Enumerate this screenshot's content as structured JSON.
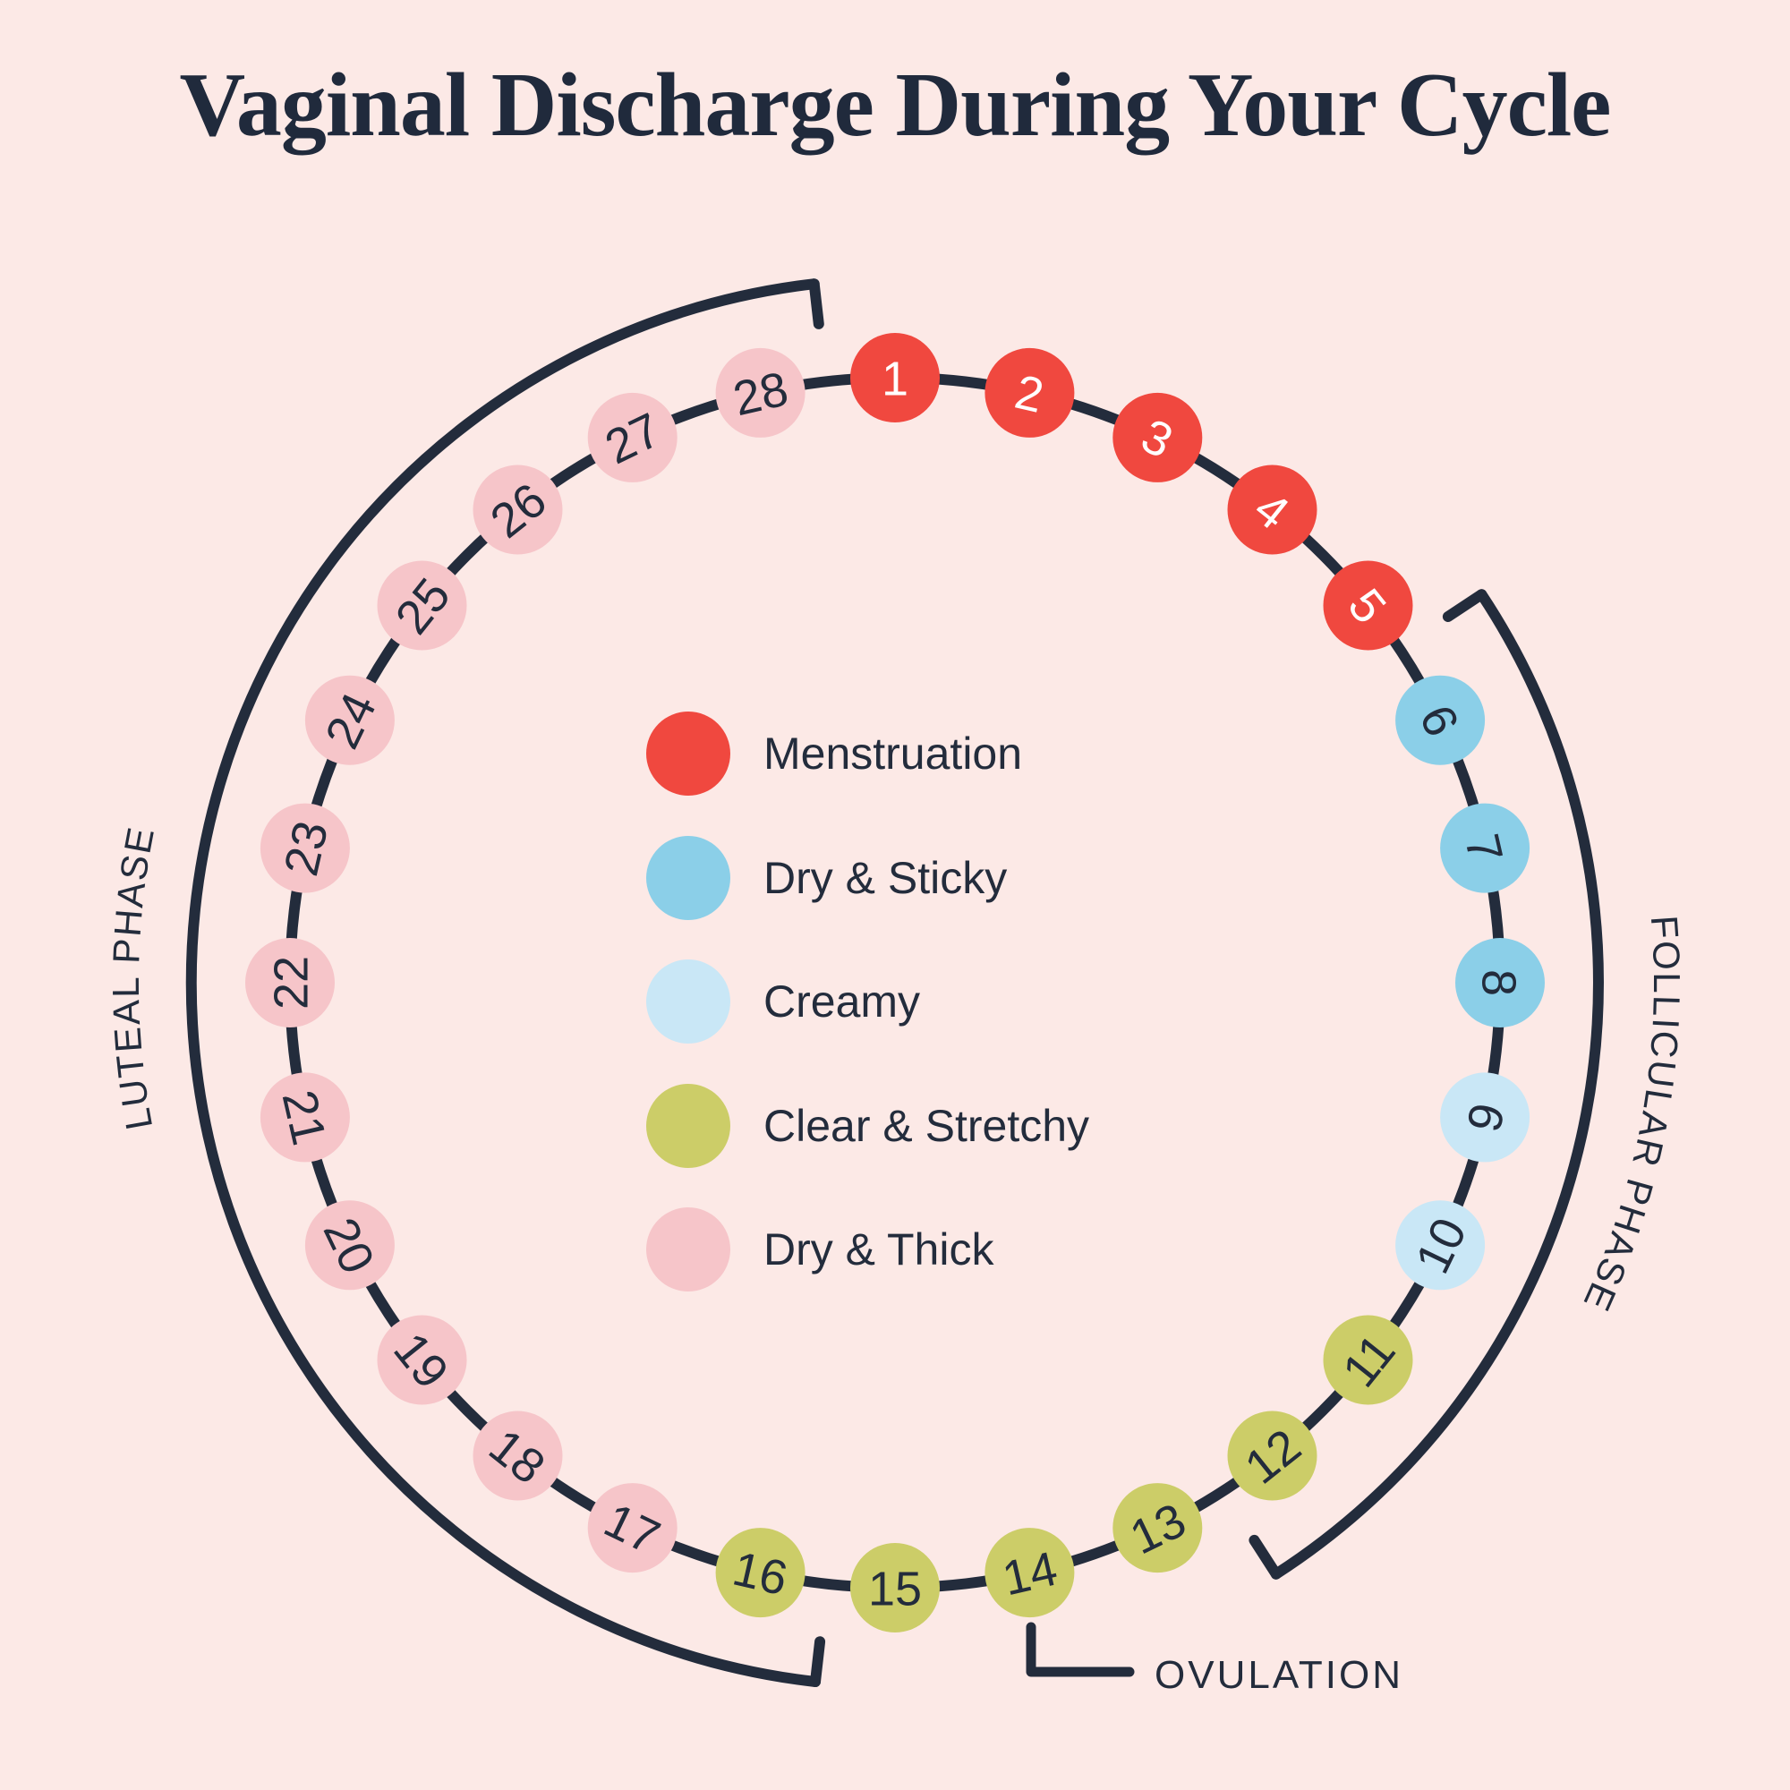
{
  "title": "Vaginal Discharge During Your Cycle",
  "colors": {
    "background": "#FCE9E6",
    "ink": "#232C3C",
    "menstruation": "#F0483F",
    "dry_sticky": "#8BCFE8",
    "creamy": "#C9E7F6",
    "clear_stretchy": "#CCCD68",
    "dry_thick": "#F6C5C9",
    "number_on_menstruation": "#FFFFFF"
  },
  "legend": {
    "items": [
      {
        "label": "Menstruation",
        "color_key": "menstruation"
      },
      {
        "label": "Dry & Sticky",
        "color_key": "dry_sticky"
      },
      {
        "label": "Creamy",
        "color_key": "creamy"
      },
      {
        "label": "Clear & Stretchy",
        "color_key": "clear_stretchy"
      },
      {
        "label": "Dry & Thick",
        "color_key": "dry_thick"
      }
    ]
  },
  "cycle": {
    "total_days": 28,
    "days": [
      {
        "day": 1,
        "category": "menstruation"
      },
      {
        "day": 2,
        "category": "menstruation"
      },
      {
        "day": 3,
        "category": "menstruation"
      },
      {
        "day": 4,
        "category": "menstruation"
      },
      {
        "day": 5,
        "category": "menstruation"
      },
      {
        "day": 6,
        "category": "dry_sticky"
      },
      {
        "day": 7,
        "category": "dry_sticky"
      },
      {
        "day": 8,
        "category": "dry_sticky"
      },
      {
        "day": 9,
        "category": "creamy"
      },
      {
        "day": 10,
        "category": "creamy"
      },
      {
        "day": 11,
        "category": "clear_stretchy"
      },
      {
        "day": 12,
        "category": "clear_stretchy"
      },
      {
        "day": 13,
        "category": "clear_stretchy"
      },
      {
        "day": 14,
        "category": "clear_stretchy"
      },
      {
        "day": 15,
        "category": "clear_stretchy"
      },
      {
        "day": 16,
        "category": "clear_stretchy"
      },
      {
        "day": 17,
        "category": "dry_thick"
      },
      {
        "day": 18,
        "category": "dry_thick"
      },
      {
        "day": 19,
        "category": "dry_thick"
      },
      {
        "day": 20,
        "category": "dry_thick"
      },
      {
        "day": 21,
        "category": "dry_thick"
      },
      {
        "day": 22,
        "category": "dry_thick"
      },
      {
        "day": 23,
        "category": "dry_thick"
      },
      {
        "day": 24,
        "category": "dry_thick"
      },
      {
        "day": 25,
        "category": "dry_thick"
      },
      {
        "day": 26,
        "category": "dry_thick"
      },
      {
        "day": 27,
        "category": "dry_thick"
      },
      {
        "day": 28,
        "category": "dry_thick"
      }
    ]
  },
  "annotations": {
    "luteal_phase_label": "LUTEAL PHASE",
    "follicular_phase_label": "FOLLICULAR PHASE",
    "ovulation_label": "OVULATION",
    "ovulation_points_to_day": 14
  }
}
